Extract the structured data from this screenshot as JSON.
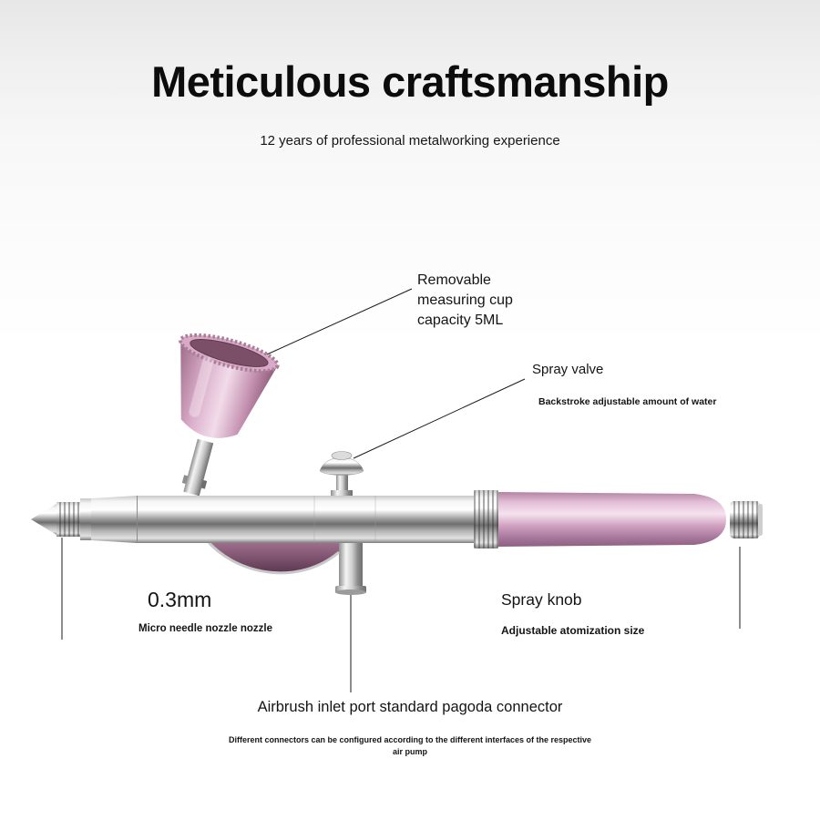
{
  "page": {
    "title": "Meticulous craftsmanship",
    "subtitle": "12 years of professional metalworking experience"
  },
  "callouts": {
    "cup": {
      "lines": [
        "Removable",
        "measuring cup",
        "capacity 5ML"
      ]
    },
    "valve": {
      "title": "Spray valve",
      "desc": "Backstroke adjustable amount of water"
    },
    "nozzle": {
      "title": "0.3mm",
      "desc": "Micro needle nozzle nozzle"
    },
    "knob": {
      "title": "Spray knob",
      "desc": "Adjustable atomization size"
    },
    "inlet": {
      "title": "Airbrush inlet port standard pagoda connector",
      "desc": "Different connectors can be configured according to the different interfaces of the respective air pump"
    }
  },
  "colors": {
    "product_pink": "#c999bb",
    "chrome": "#c9c9c9",
    "text": "#111111",
    "background_top": "#e7e7e7"
  },
  "illustration": {
    "subject": "dual-action airbrush spray gun",
    "parts": [
      "measuring-cup",
      "spray-valve",
      "nozzle",
      "body",
      "trigger-guard",
      "air-inlet",
      "handle",
      "spray-knob"
    ]
  }
}
